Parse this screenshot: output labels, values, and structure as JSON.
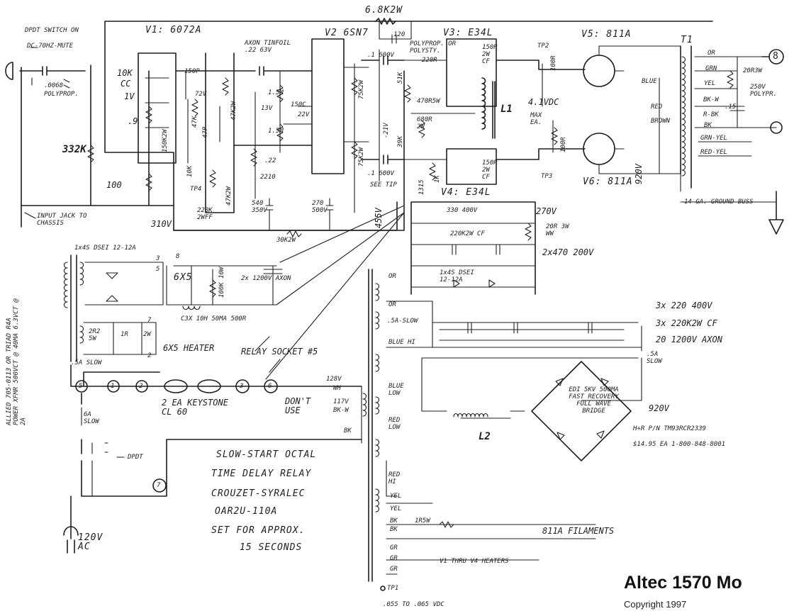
{
  "schematic": {
    "title": "Altec 1570 Mo",
    "copyright": "Copyright 1997",
    "top_resistor": "6.8K2W",
    "tubes": {
      "v1": "V1: 6072A",
      "v2": "V2 6SN7",
      "v3": "V3: E34L",
      "v4": "V4: E34L",
      "v5": "V5: 811A",
      "v6": "V6: 811A"
    },
    "transformer": "T1",
    "speaker": "8",
    "input": {
      "switch": "DPDT SWITCH ON",
      "mute": "DC-70HZ-MUTE",
      "cap": ".0068",
      "cap_type": "POLYPROP.",
      "r1": "10K",
      "cc": "CC",
      "bias_v": "1V",
      "v9": ".9",
      "r_100": "100",
      "r_332k": "332K",
      "jack": "INPUT JACK TO CHASSIS"
    },
    "stage1": {
      "c150p": "150P",
      "v72": "72V",
      "r47k": "47K",
      "r47p": "47P",
      "r150k2w": "150K2W",
      "r47k2w": "47K2W",
      "r10k": "10K",
      "tp4": "TP4",
      "r47k2w_b": "47K2W",
      "r220k": "220K 2WFF",
      "v310": "310V"
    },
    "stage2": {
      "axon": "AXON TINFOIL .22 63V",
      "v13": "13V",
      "r15m": "1.5M",
      "r15m_b": "1.5M",
      "c150": "150C",
      "v22": "22V",
      "c22": ".22",
      "r2210": "2210",
      "r75k2w": "75K2W",
      "r75k2w_b": "75K2W",
      "c1_600": ".1 600V",
      "c1_600b": ".1 600V",
      "v21": "-21V",
      "see_tip": "SEE TIP"
    },
    "phase": {
      "c120": "120",
      "polyprop": "POLYPROP. OR POLYSTY.",
      "r220r": "220R",
      "r150r": "150R 2W CF",
      "r470r": "470R5W",
      "r680r": "680R 2W",
      "r51k": "51K",
      "r39k": "39K",
      "r1k": "1K",
      "r1315": "1315",
      "r150r_b": "150R 2W CF",
      "l1": "L1",
      "tp2": "TP2",
      "tp3": "TP3",
      "vdc": "4.1VDC",
      "max": "MAX EA.",
      "r100": "100R",
      "r100b": "100R"
    },
    "output": {
      "blue": "BLUE",
      "red": "RED",
      "brown": "BROWN",
      "v920": "920V",
      "or": "OR",
      "grn": "GRN",
      "yel": "YEL",
      "bkw": "BK-W",
      "rbk": "R-BK",
      "bk": "BK",
      "grnyel": "GRN-YEL",
      "redyel": "RED-YEL",
      "r20r3w": "20R3W",
      "c15": ".15",
      "c250": "250V POLYPR.",
      "ground": "14 GA. GROUND BUSS"
    },
    "supply_hi": {
      "c540": "540 350V",
      "c270": "270 500V",
      "r30k": "30K2W",
      "v455": "455V",
      "c330": "330 400V",
      "v270": "270V",
      "r220k2w": "220K2W CF",
      "r20r": "20R 3W WW",
      "caps": "2x470 200V",
      "diodes": "1x4S DSEI 12-12A"
    },
    "rect_left": {
      "diodes": "1x4S DSEI 12-12A",
      "tube": "6X5",
      "cap": "2x 1200V AXON",
      "r100k": "100K 10W",
      "choke": "C3X 10H 50MA 500R",
      "r2r2": "2R2 5W",
      "r1r": "1R",
      "r2w": "2W",
      "heater": "6X5 HEATER",
      "n8": "8",
      "n2": "2",
      "n7": "7",
      "n3": "3",
      "n5": "5",
      "xfmr": "ALLIED 705-0113 OR TRIAD R4A POWER XFMR 500VCT @ 40MA 6.3VCT @ 2A",
      "fuse": ".5A SLOW"
    },
    "relay": {
      "socket": "RELAY SOCKET #5",
      "pins": [
        "5",
        "1",
        "2",
        "3",
        "6",
        "7"
      ],
      "lamps": "2 EA KEYSTONE CL 60",
      "v128": "128V",
      "wh": "WH",
      "v117": "117V",
      "bkw": "BK-W",
      "bk": "BK",
      "dontuse": "DON'T USE",
      "fuse": "6A SLOW",
      "dpdt": "DPDT",
      "ac": "120V AC",
      "desc": [
        "SLOW-START OCTAL",
        "TIME DELAY RELAY",
        "CROUZET-SYRALEC",
        "OAR2U-110A",
        "SET FOR APPROX.",
        "15 SECONDS"
      ]
    },
    "hv": {
      "caps1": "3x 220 400V",
      "caps2": "3x 220K2W CF",
      "caps3": "20 1200V AXON",
      "fuse": ".5A SLOW",
      "fuse_left": ".5A-SLOW",
      "bridge": "EDI 5KV 500MA FAST RECOVERY FULL WAVE BRIDGE",
      "v920": "920V",
      "hr": "H+R P/N TM93RCR2339",
      "price": "$14.95 EA 1-800-848-8001",
      "l2": "L2",
      "blue_hi": "BLUE HI",
      "blue_low": "BLUE LOW",
      "red_low": "RED LOW",
      "red_hi": "RED HI",
      "or": "OR",
      "yel": "YEL",
      "yel2": "YEL",
      "bk": "BK",
      "bk2": "BK",
      "gr": "GR",
      "gr2": "GR",
      "gr3": "GR",
      "r1r5": "1R5W",
      "fil811": "811A FILAMENTS",
      "filv1": "V1 THRU V4 HEATERS",
      "tp1": "TP1",
      "tp1v": ".055 TO .065 VDC"
    }
  }
}
